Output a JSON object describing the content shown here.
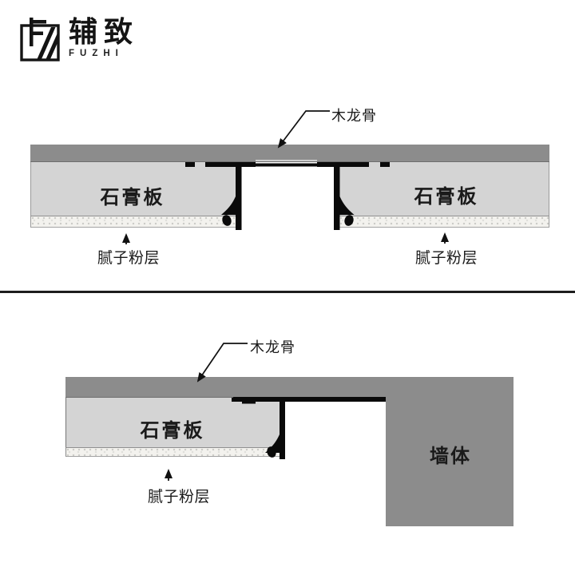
{
  "logo": {
    "name": "辅致",
    "latin": "FUZHI"
  },
  "colors": {
    "keel_gray": "#8c8c8c",
    "board_gray": "#d4d4d4",
    "putty_base": "#f3f2ee",
    "line_black": "#0a0a0a",
    "text_dark": "#1a1a1a",
    "divider_dark": "#1d1d1d"
  },
  "icons": {
    "leader_arrow": "↘",
    "up_arrow": "↑"
  },
  "diagram_top": {
    "keel_label": "木龙骨",
    "board_left_label": "石膏板",
    "board_right_label": "石膏板",
    "putty_left_label": "腻子粉层",
    "putty_right_label": "腻子粉层"
  },
  "diagram_bottom": {
    "keel_label": "木龙骨",
    "board_label": "石膏板",
    "putty_label": "腻子粉层",
    "wall_label": "墙体"
  }
}
